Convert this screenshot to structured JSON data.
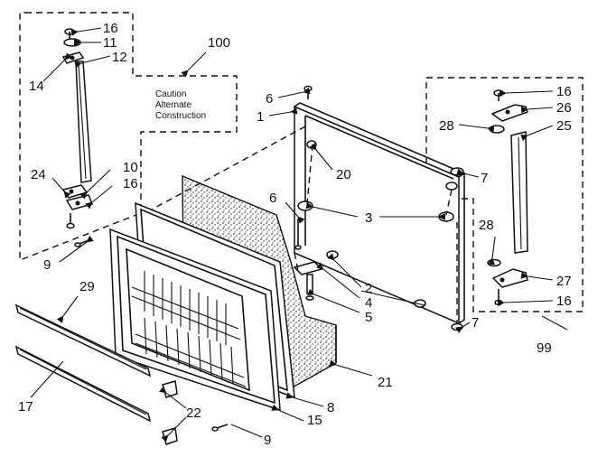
{
  "labels": {
    "p1": "1",
    "p2": "2",
    "p3": "3",
    "p4": "4",
    "p5": "5",
    "p6a": "6",
    "p6b": "6",
    "p7a": "7",
    "p7b": "7",
    "p8": "8",
    "p9a": "9",
    "p9b": "9",
    "p10": "10",
    "p11": "11",
    "p12": "12",
    "p14": "14",
    "p15": "15",
    "p16a": "16",
    "p16b": "16",
    "p16c": "16",
    "p16d": "16",
    "p17": "17",
    "p20": "20",
    "p21": "21",
    "p22": "22",
    "p24": "24",
    "p25": "25",
    "p26": "26",
    "p27": "27",
    "p28a": "28",
    "p28b": "28",
    "p29": "29",
    "p99": "99",
    "p100": "100"
  },
  "caution_note": {
    "line1": "Caution",
    "line2": "Alternate",
    "line3": "Construction"
  }
}
